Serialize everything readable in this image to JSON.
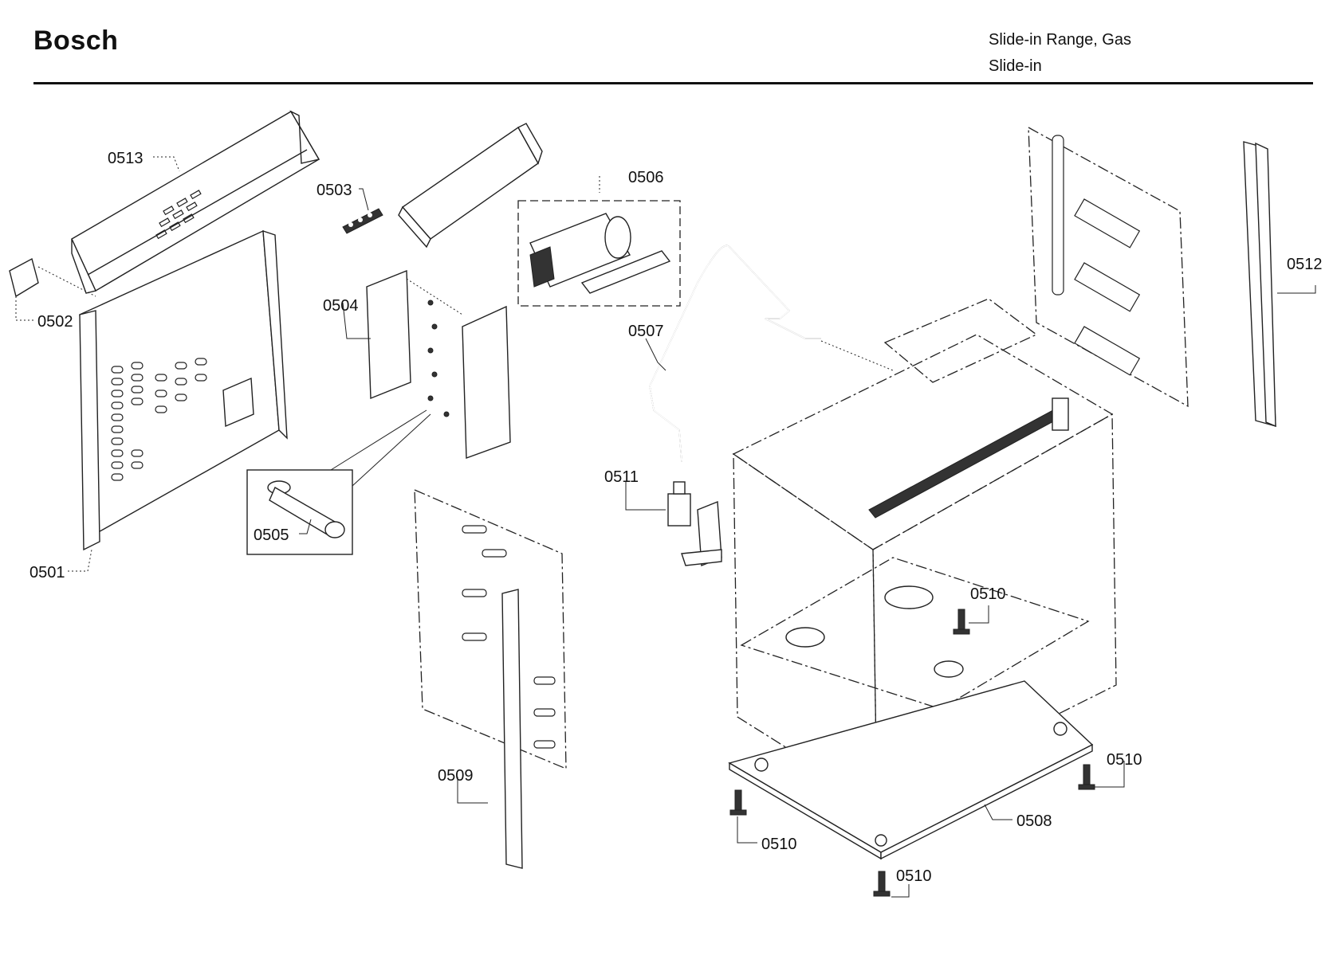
{
  "header": {
    "brand": "Bosch",
    "model_line1": "Slide-in Range, Gas",
    "model_line2": "Slide-in"
  },
  "callouts": {
    "p0501": "0501",
    "p0502": "0502",
    "p0503": "0503",
    "p0504": "0504",
    "p0505": "0505",
    "p0506": "0506",
    "p0507": "0507",
    "p0508": "0508",
    "p0509": "0509",
    "p0510": "0510",
    "p0511": "0511",
    "p0512": "0512",
    "p0513": "0513"
  }
}
